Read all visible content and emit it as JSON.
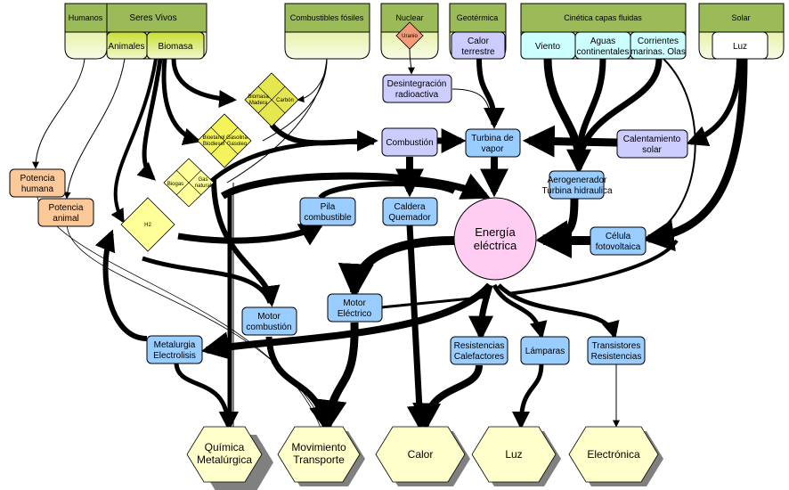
{
  "title": "Energy flow diagram",
  "colors": {
    "source_header": "#9bbb59",
    "source_body_top": "#f4f9d8",
    "source_body_bottom": "#c5dc3c",
    "process_purple": "#ccccff",
    "device_blue": "#99ccff",
    "cyan": "#ccffff",
    "human_orange": "#fbc899",
    "uranium": "#f59a78",
    "hub_pink": "#ffccf2",
    "fuel_yellow": "#f1f14a",
    "fuel_yellow_light": "#ffff99",
    "output_hex": "#ffffcc"
  },
  "sources": {
    "humanos": "Humanos",
    "seres_vivos": "Seres Vivos",
    "animales": "Animales",
    "biomasa": "Biomasa",
    "combustibles_fosiles": "Combustibles fósiles",
    "nuclear": "Nuclear",
    "uranio": "Uranio",
    "geotermica": "Geotérmica",
    "calor_terrestre": [
      "Calor",
      "terrestre"
    ],
    "cinetica": "Cinética capas fluidas",
    "viento": "Viento",
    "aguas": [
      "Aguas",
      "continentales"
    ],
    "corrientes": [
      "Corrientes",
      "marinas. Olas"
    ],
    "solar": "Solar",
    "luz_solar": "Luz"
  },
  "fuels": {
    "biomasa_madera": [
      "Biomasa",
      "Madera"
    ],
    "carbon": "Carbón",
    "bioetanol": [
      "Bioetanol",
      "Biodiesel"
    ],
    "gasolina": [
      "Gasolina",
      "Gasoleo"
    ],
    "biogas": "Biogas",
    "gas_natural": [
      "Gas",
      "natural"
    ],
    "h2": "H2"
  },
  "processes": {
    "desintegracion": [
      "Desintegración",
      "radioactiva"
    ],
    "combustion": "Combustión",
    "turbina_vapor": [
      "Turbina de",
      "vapor"
    ],
    "calentamiento_solar": [
      "Calentamiento",
      "solar"
    ],
    "aerogenerador": [
      "Aerogenerador",
      "Turbina hidraulica"
    ],
    "potencia_humana": [
      "Potencia",
      "humana"
    ],
    "potencia_animal": [
      "Potencia",
      "animal"
    ],
    "pila": [
      "Pila",
      "combustible"
    ],
    "caldera": [
      "Caldera",
      "Quemador"
    ],
    "energia_electrica": [
      "Energía",
      "eléctrica"
    ],
    "celula": [
      "Célula",
      "fotovoltaica"
    ],
    "motor_electrico": [
      "Motor",
      "Eléctrico"
    ],
    "motor_combustion": [
      "Motor",
      "combustión"
    ],
    "metalurgia": [
      "Metalurgia",
      "Electrolisis"
    ],
    "resistencias": [
      "Resistencias",
      "Calefactores"
    ],
    "lamparas": "Lámparas",
    "transistores": [
      "Transistores",
      "Resistencias"
    ]
  },
  "outputs": {
    "quimica": [
      "Química",
      "Metalúrgica"
    ],
    "movimiento": [
      "Movimiento",
      "Transporte"
    ],
    "calor": "Calor",
    "luz": "Luz",
    "electronica": "Electrónica"
  }
}
